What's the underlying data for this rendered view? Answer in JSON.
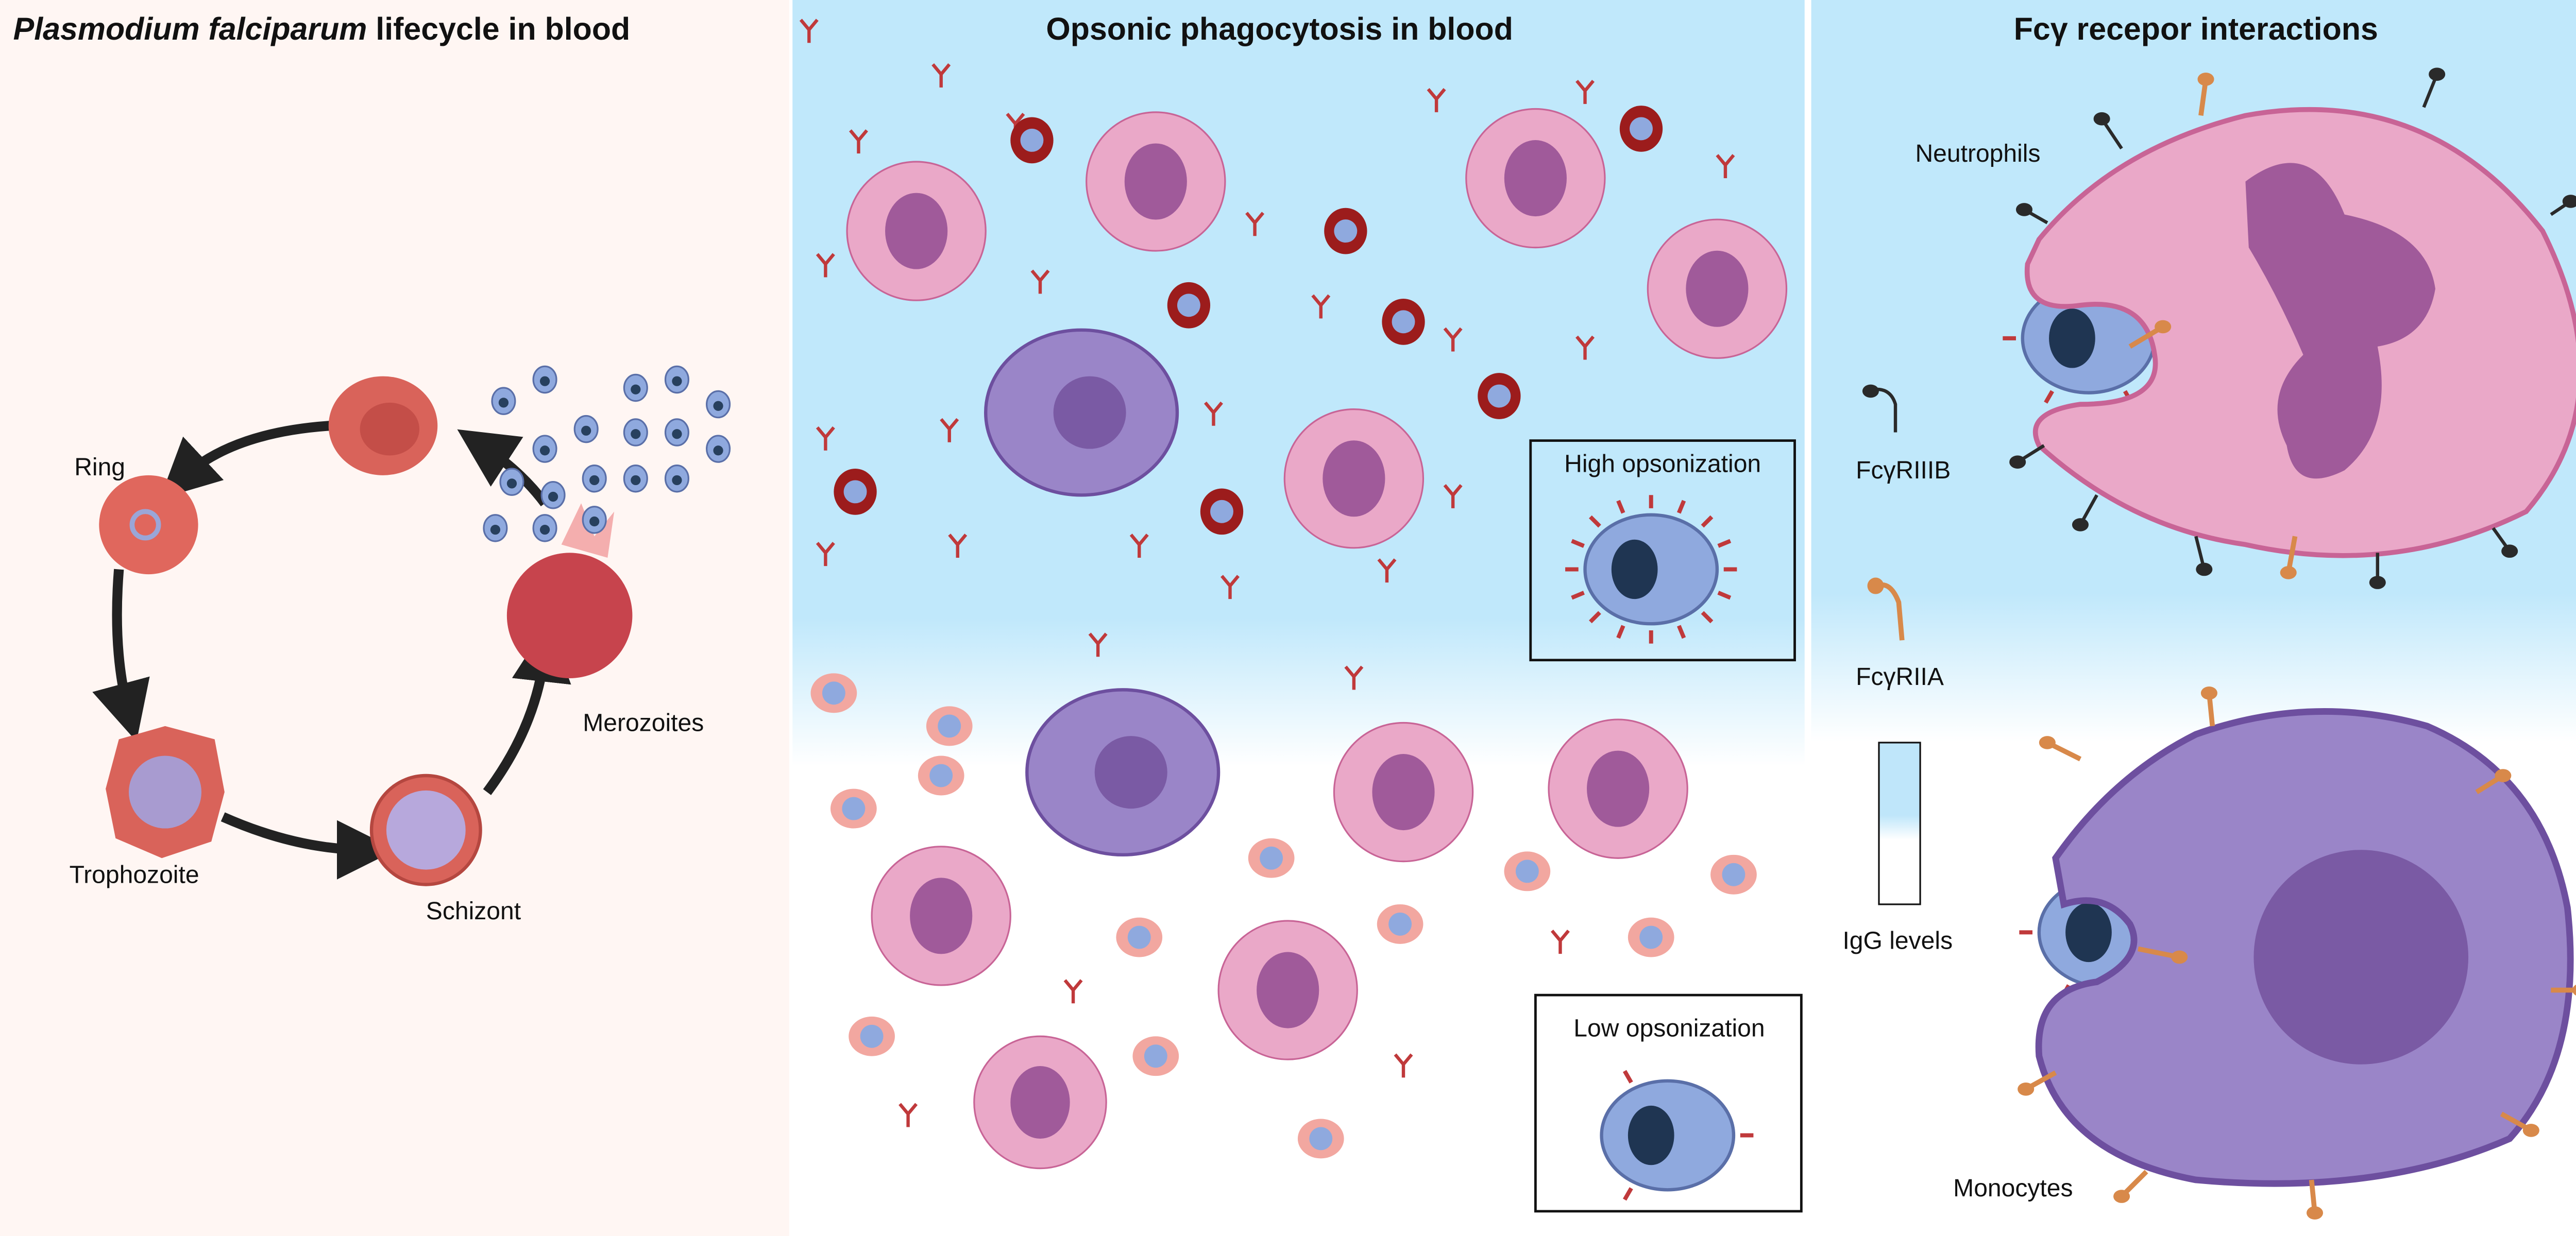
{
  "panels": {
    "lifecycle": {
      "title_italic": "Plasmodium falciparum",
      "title_rest": " lifecycle in blood",
      "stages": {
        "ring": "Ring",
        "trophozoite": "Trophozoite",
        "schizont": "Schizont",
        "merozoites": "Merozoites"
      }
    },
    "phagocytosis": {
      "title": "Opsonic phagocytosis in  blood",
      "high_box": "High opsonization",
      "low_box": "Low opsonization"
    },
    "receptors": {
      "title": "Fcγ recepor interactions",
      "neutrophils": "Neutrophils",
      "fcgr3b": "FcγRIIIB",
      "fcgr2a": "FcγRIIA",
      "igg_levels": "IgG levels",
      "monocytes": "Monocytes"
    }
  },
  "colors": {
    "left_bg": "#fff6f3",
    "blood_blue": "#c0e8fb",
    "rbc": "#d9635a",
    "infected_rbc": "#9c1c1c",
    "neutrophil": "#eaa8c8",
    "monocyte": "#9a85c8",
    "antibody": "#c0393b",
    "fcgr3b": "#2a2a2a",
    "fcgr2a": "#d8894a",
    "merozoite": "#8fa9de"
  }
}
